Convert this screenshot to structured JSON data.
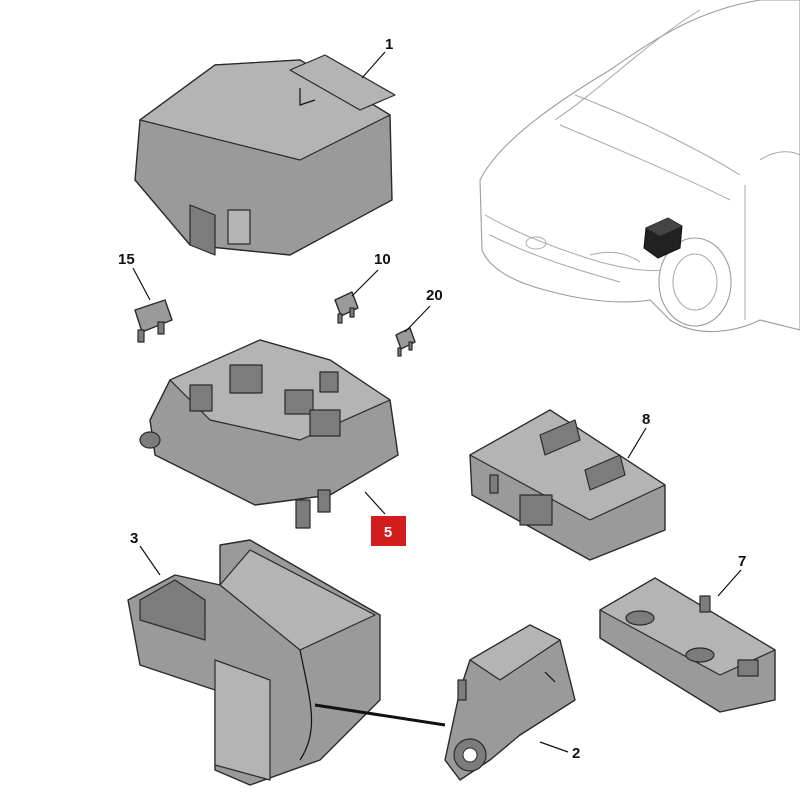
{
  "callouts": [
    {
      "id": "1",
      "text": "1"
    },
    {
      "id": "15",
      "text": "15"
    },
    {
      "id": "10",
      "text": "10"
    },
    {
      "id": "20",
      "text": "20"
    },
    {
      "id": "5",
      "text": "5",
      "highlighted": true
    },
    {
      "id": "8",
      "text": "8"
    },
    {
      "id": "3",
      "text": "3"
    },
    {
      "id": "7",
      "text": "7"
    },
    {
      "id": "2",
      "text": "2"
    }
  ],
  "colors": {
    "highlight": "#d31c1c",
    "part_fill": "#9a9a9a",
    "outline": "#2a2a2a",
    "car_outline": "#9c9c9c"
  }
}
